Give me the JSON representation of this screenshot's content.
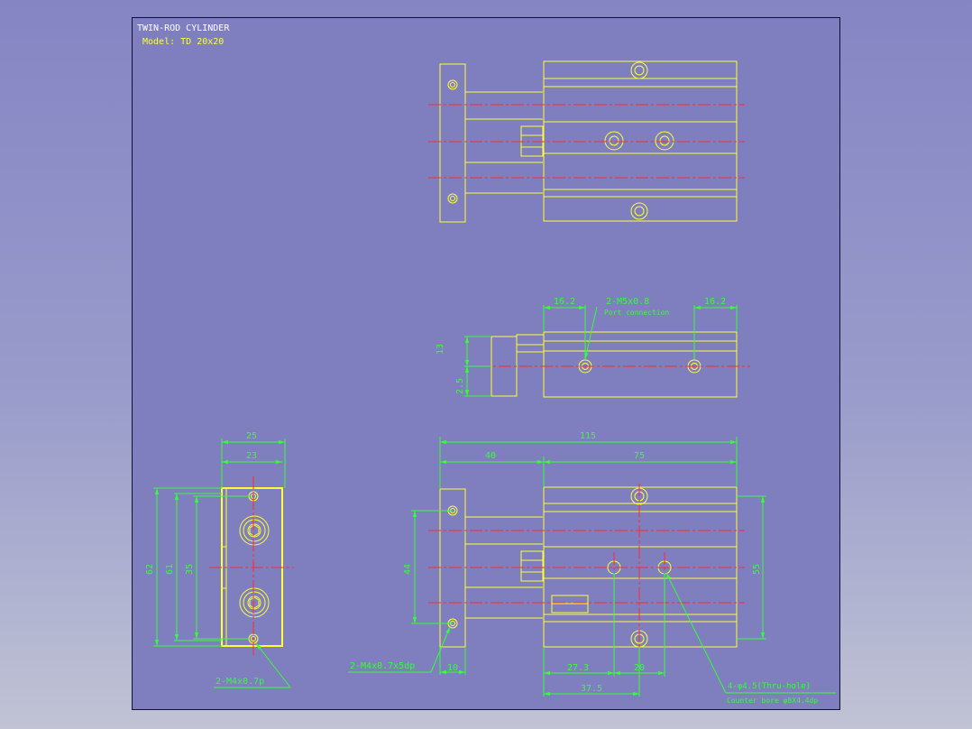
{
  "header": {
    "title": "TWIN-ROD CYLINDER",
    "model": "Model:  TD 20x20"
  },
  "colors": {
    "outline": "#ffff33",
    "dim": "#33ff33",
    "center": "#ff2a2a",
    "frame": "#101030",
    "sheet": "#7f7fbf"
  },
  "side": {
    "d162": "16.2",
    "port": "2-M5x0.8",
    "portsub": "Port connection",
    "d13": "13",
    "d25": "2.5"
  },
  "front": {
    "total": "115",
    "d40": "40",
    "d75": "75",
    "d44": "44",
    "d55": "55",
    "d273": "27.3",
    "d20": "20",
    "d375": "37.5",
    "d10": "10",
    "tap": "2-M4x0.7x5dp",
    "bore": "4-φ4.5(Thru-hole)",
    "cbore": "Counter bore φ8X4.4dp"
  },
  "end": {
    "d25": "25",
    "d23": "23",
    "d62": "62",
    "d61": "61",
    "d35": "35",
    "tap": "2-M4x0.7p"
  }
}
